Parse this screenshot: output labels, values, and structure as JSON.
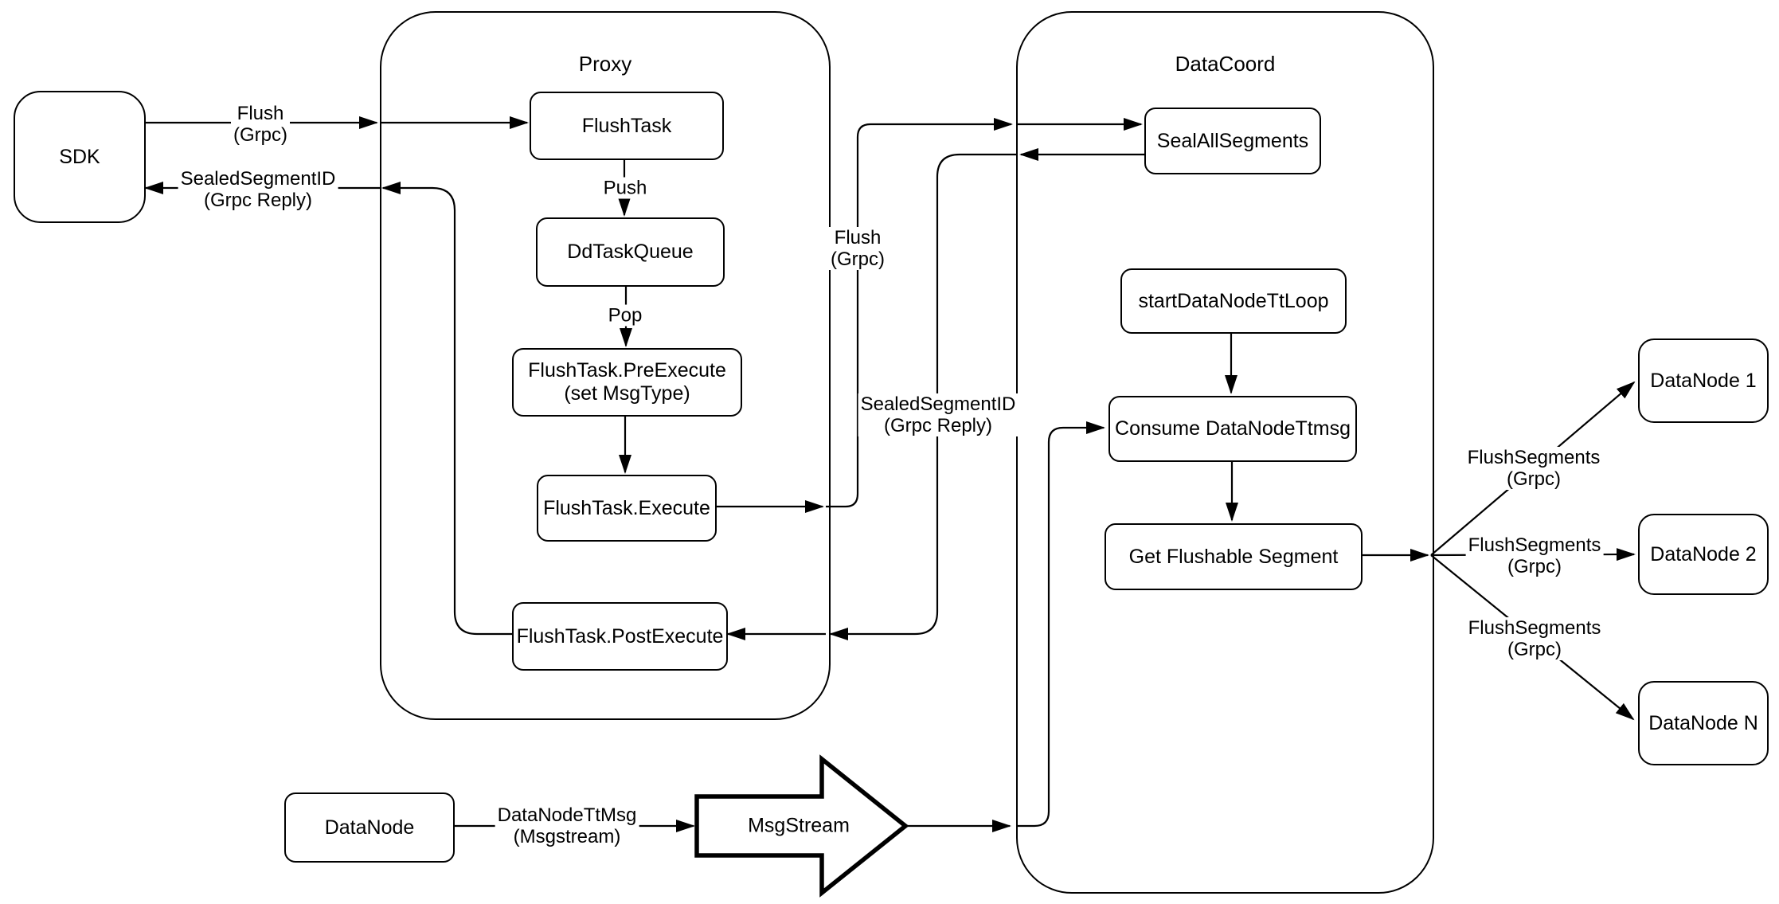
{
  "diagram": {
    "containers": {
      "proxy_title": "Proxy",
      "datacoord_title": "DataCoord"
    },
    "nodes": {
      "sdk": "SDK",
      "flush_task": "FlushTask",
      "dd_task_queue": "DdTaskQueue",
      "pre_execute_l1": "FlushTask.PreExecute",
      "pre_execute_l2": "(set MsgType)",
      "execute": "FlushTask.Execute",
      "post_execute": "FlushTask.PostExecute",
      "seal_all_segments": "SealAllSegments",
      "start_datanode_tt_loop": "startDataNodeTtLoop",
      "consume_datanode_ttmsg": "Consume DataNodeTtmsg",
      "get_flushable_segment": "Get Flushable Segment",
      "datanode_1": "DataNode 1",
      "datanode_2": "DataNode 2",
      "datanode_n": "DataNode N",
      "datanode": "DataNode",
      "msg_stream": "MsgStream"
    },
    "edge_labels": {
      "sdk_flush_l1": "Flush",
      "sdk_flush_l2": "(Grpc)",
      "sdk_reply_l1": "SealedSegmentID",
      "sdk_reply_l2": "(Grpc Reply)",
      "push": "Push",
      "pop": "Pop",
      "mid_flush_l1": "Flush",
      "mid_flush_l2": "(Grpc)",
      "mid_reply_l1": "SealedSegmentID",
      "mid_reply_l2": "(Grpc Reply)",
      "flush_segments_1_l1": "FlushSegments",
      "flush_segments_1_l2": "(Grpc)",
      "flush_segments_2_l1": "FlushSegments",
      "flush_segments_2_l2": "(Grpc)",
      "flush_segments_n_l1": "FlushSegments",
      "flush_segments_n_l2": "(Grpc)",
      "datanode_ttmsg_l1": "DataNodeTtMsg",
      "datanode_ttmsg_l2": "(Msgstream)"
    },
    "colors": {
      "stroke": "#000000",
      "node_fill": "#ffffff",
      "background": "#ffffff"
    }
  }
}
